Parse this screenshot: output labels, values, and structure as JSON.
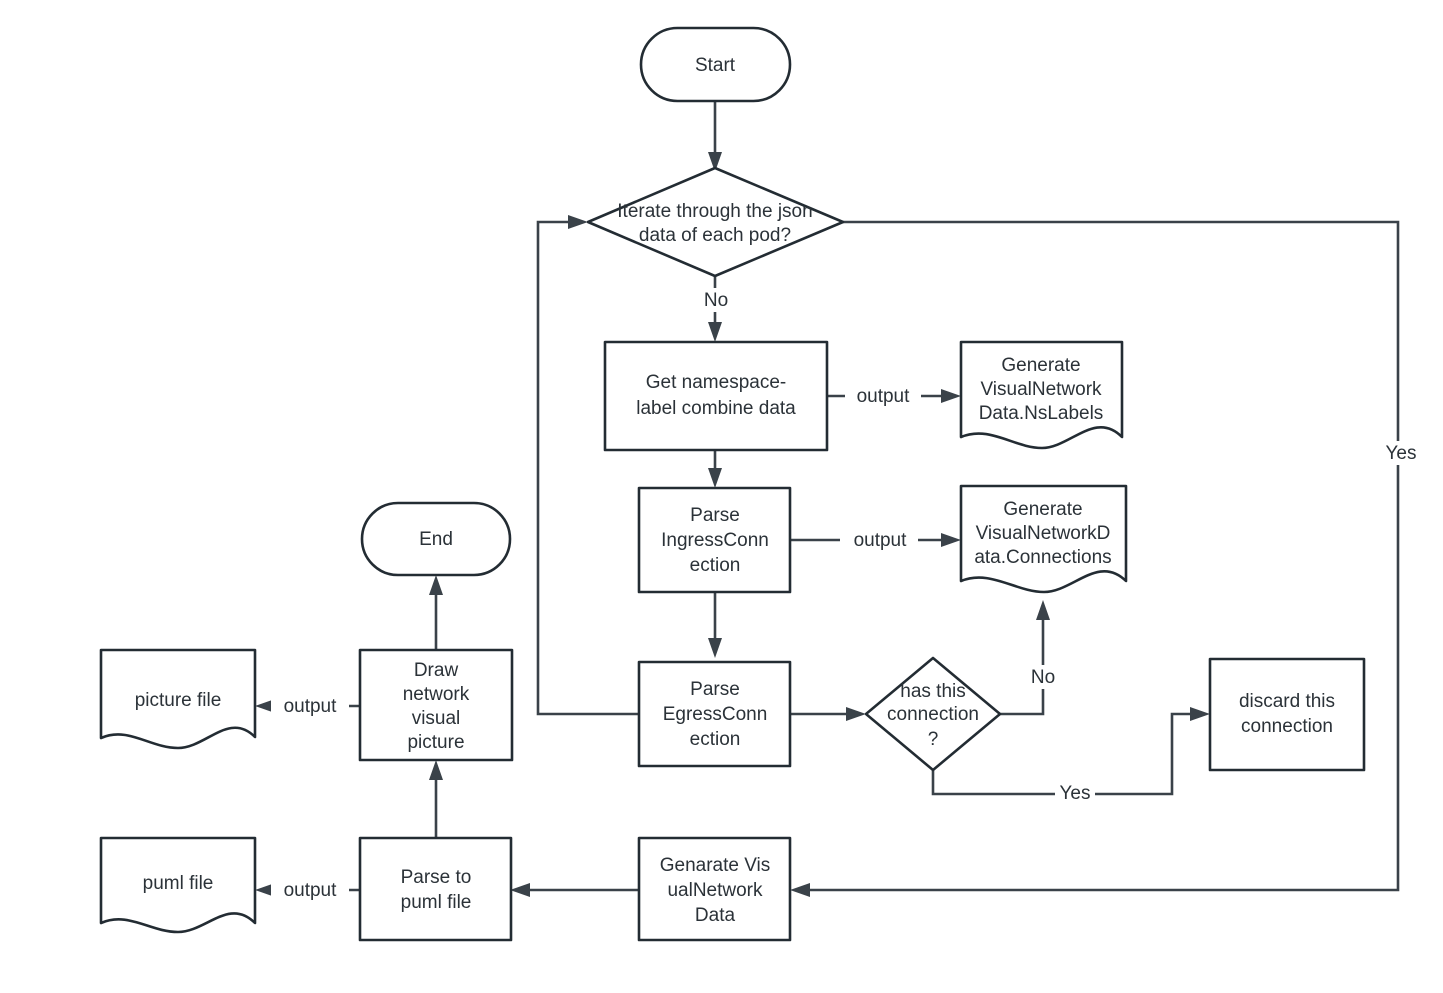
{
  "diagram": {
    "type": "flowchart",
    "title": "Kubernetes pod network visualization flow",
    "background_color": "#ffffff",
    "stroke_color": "#232c33",
    "edge_color": "#3a4249",
    "text_color": "#2b3238"
  },
  "nodes": {
    "start": {
      "label": "Start",
      "shape": "stadium"
    },
    "iterate": {
      "label_line1": "Iterate through the json",
      "label_line2": "data of each pod?",
      "shape": "diamond"
    },
    "get_ns": {
      "label_line1": "Get namespace-",
      "label_line2": "label combine data",
      "shape": "rect"
    },
    "gen_nslabels": {
      "label_line1": "Generate",
      "label_line2": "VisualNetwork",
      "label_line3": "Data.NsLabels",
      "shape": "document"
    },
    "parse_ingress": {
      "label_line1": "Parse",
      "label_line2": "IngressConn",
      "label_line3": "ection",
      "shape": "rect"
    },
    "gen_connections": {
      "label_line1": "Generate",
      "label_line2": "VisualNetworkD",
      "label_line3": "ata.Connections",
      "shape": "document"
    },
    "parse_egress": {
      "label_line1": "Parse",
      "label_line2": "EgressConn",
      "label_line3": "ection",
      "shape": "rect"
    },
    "has_connection": {
      "label_line1": "has this",
      "label_line2": "connection",
      "label_line3": "?",
      "shape": "diamond"
    },
    "discard": {
      "label_line1": "discard this",
      "label_line2": "connection",
      "shape": "rect"
    },
    "gen_visual_data": {
      "label_line1": "Genarate Vis",
      "label_line2": "ualNetwork",
      "label_line3": "Data",
      "shape": "rect"
    },
    "parse_to_puml": {
      "label_line1": "Parse to",
      "label_line2": "puml file",
      "shape": "rect"
    },
    "puml_file": {
      "label": "puml file",
      "shape": "document"
    },
    "draw_picture": {
      "label_line1": "Draw",
      "label_line2": "network",
      "label_line3": "visual",
      "label_line4": "picture",
      "shape": "rect"
    },
    "picture_file": {
      "label": "picture file",
      "shape": "document"
    },
    "end": {
      "label": "End",
      "shape": "stadium"
    }
  },
  "edge_labels": {
    "iterate_no": "No",
    "iterate_yes": "Yes",
    "output_nslabels": "output",
    "output_connections": "output",
    "conn_no": "No",
    "conn_yes": "Yes",
    "output_picture": "output",
    "output_puml": "output"
  }
}
